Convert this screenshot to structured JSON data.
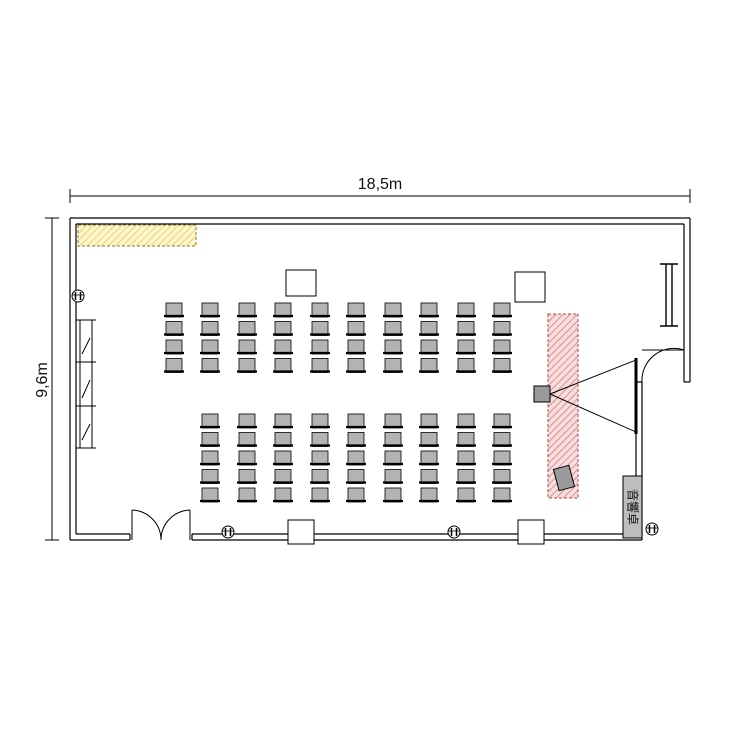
{
  "dimensions": {
    "width_label": "18,5m",
    "height_label": "9,6m"
  },
  "seating": {
    "columns": 10,
    "front_block_rows": 4,
    "back_block_rows": 5,
    "back_block_columns": 9,
    "chair_color": "#b3b3b3"
  },
  "sound_console": {
    "label": "音響卓"
  },
  "colors": {
    "wall": "#000000",
    "wall_fill": "#ffffff",
    "storage_hatch": "#f2e27a",
    "stage_hatch": "#d98a8a",
    "projector": "#9a9a9a"
  },
  "icons": {
    "outlet": "outlet-icon",
    "projector": "projector-icon",
    "door": "door-icon"
  }
}
